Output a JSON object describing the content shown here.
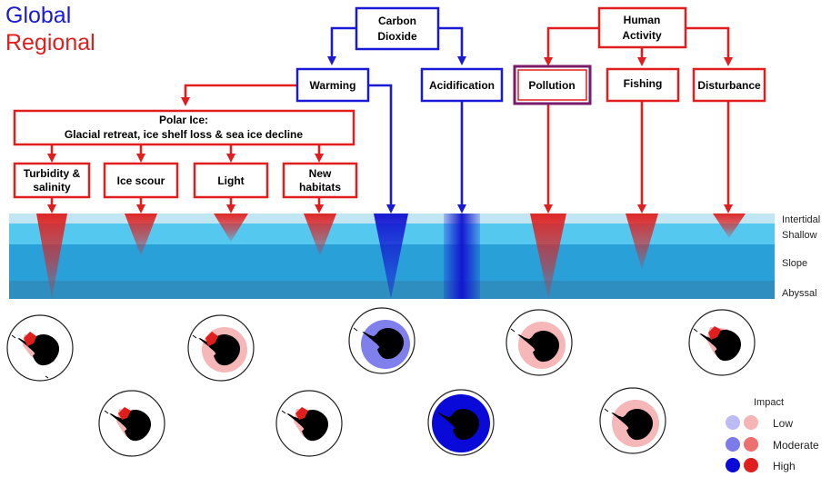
{
  "legend_scope": {
    "global": "Global",
    "regional": "Regional"
  },
  "drivers": {
    "carbon_dioxide": [
      "Carbon",
      "Dioxide"
    ],
    "human_activity": [
      "Human",
      "Activity"
    ]
  },
  "pressures": {
    "warming": "Warming",
    "acidification": "Acidification",
    "pollution": "Pollution",
    "fishing": "Fishing",
    "disturbance": "Disturbance"
  },
  "polar_ice": {
    "title": "Polar Ice:",
    "subtitle": "Glacial retreat, ice shelf loss & sea ice decline",
    "effects": {
      "turbidity": [
        "Turbidity &",
        "salinity"
      ],
      "ice_scour": "Ice scour",
      "light": "Light",
      "new_habitats": [
        "New",
        "habitats"
      ]
    }
  },
  "depth_zones": [
    "Intertidal",
    "Shallow",
    "Slope",
    "Abyssal"
  ],
  "impact_legend": {
    "title": "Impact",
    "levels": [
      "Low",
      "Moderate",
      "High"
    ]
  },
  "colors": {
    "global": "#1a1ad6",
    "regional": "#e01e1e",
    "pollution_border": "#7a1a6a",
    "intertidal": "#bfe6f2",
    "shallow": "#55c8f0",
    "slope": "#2aa0d8",
    "abyssal": "#2e8ec0"
  }
}
